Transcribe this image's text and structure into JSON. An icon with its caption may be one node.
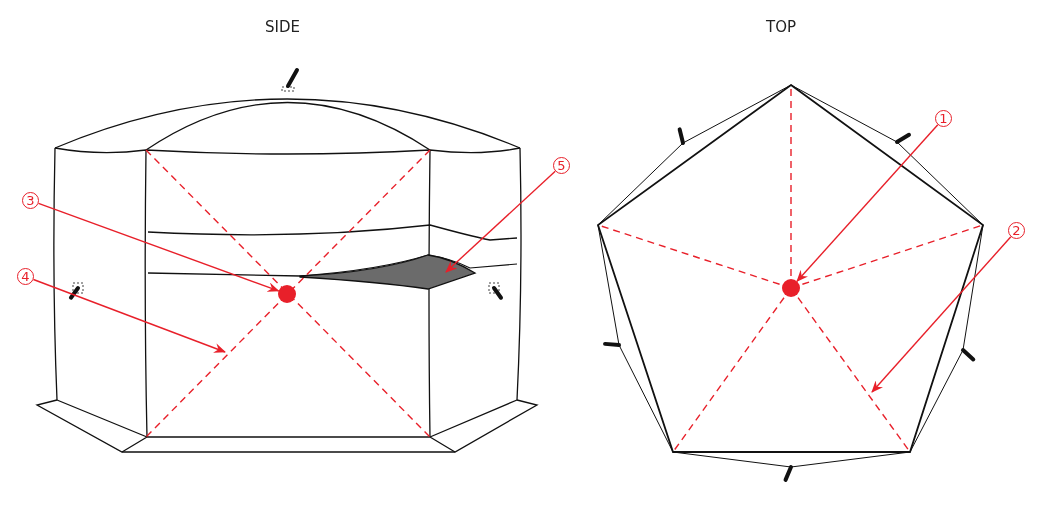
{
  "diagram": {
    "nodes": [
      {
        "text": [
          "3"
        ]
      },
      {
        "text": [
          "4"
        ]
      },
      {
        "text": [
          "5"
        ]
      },
      {
        "text": [
          "1"
        ]
      },
      {
        "text": [
          "2"
        ]
      },
      {
        "text": [],
        "shape": "circle"
      },
      {
        "text": [],
        "shape": "circle"
      }
    ],
    "edges": [
      {
        "from": 0,
        "to": 5,
        "arrow": "to"
      },
      {
        "from": 1,
        "to": null,
        "arrow": "to"
      },
      {
        "from": 2,
        "to": null,
        "arrow": "to"
      },
      {
        "from": 3,
        "to": 6,
        "arrow": "to"
      },
      {
        "from": 4,
        "to": null,
        "arrow": "to"
      }
    ],
    "labels": [
      "SIDE",
      "TOP"
    ]
  }
}
